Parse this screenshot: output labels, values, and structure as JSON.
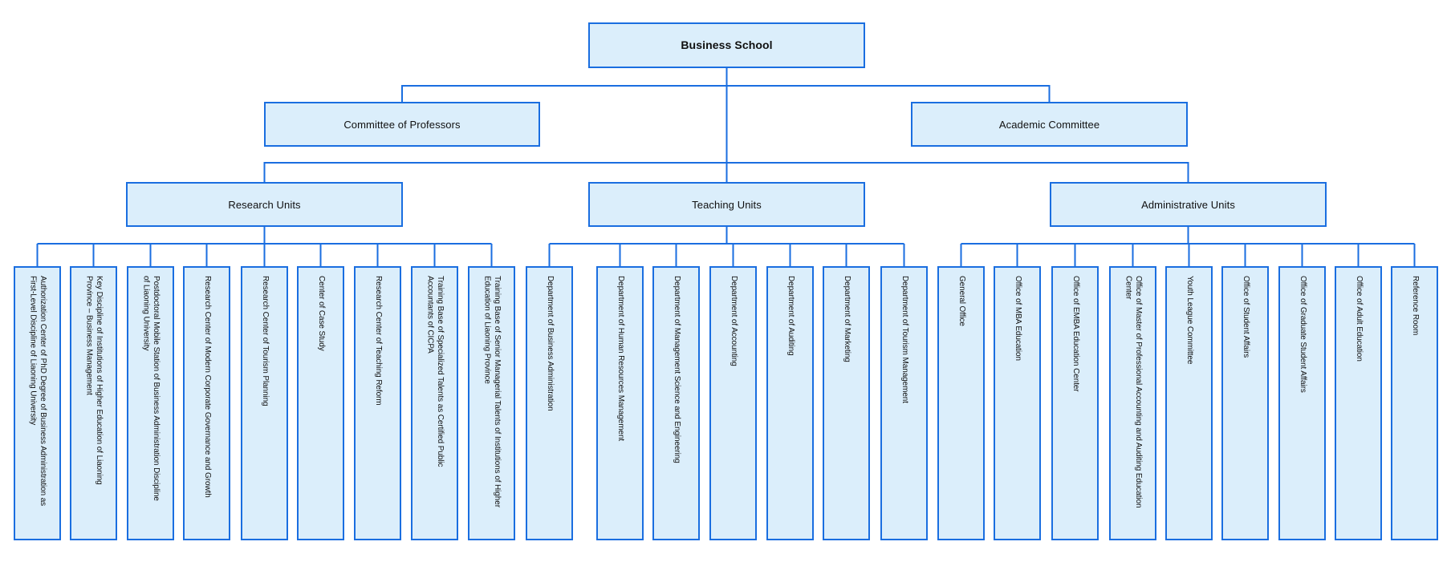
{
  "diagram_type": "organizational-chart",
  "colors": {
    "node_fill": "#dbeefb",
    "node_border": "#1a6ee0",
    "connector": "#1a6ee0",
    "text": "#101010"
  },
  "org": {
    "root": {
      "label": "Business School"
    },
    "level2": [
      {
        "label": "Committee of Professors"
      },
      {
        "label": "Academic Committee"
      }
    ],
    "units": [
      {
        "label": "Research Units",
        "children": [
          {
            "label": "Authorization Center of PhD Degree of Business Administration as\nFirst-Level Discipline of Liaoning University"
          },
          {
            "label": "Key Discipline of Institutions of Higher Education of Liaoning\nProvince – Business Management"
          },
          {
            "label": "Postdoctoral Mobile Station of Business Administration Discipline\nof Liaoning University"
          },
          {
            "label": "Research Center of Modern Corporate Governance and Growth"
          },
          {
            "label": "Research Center of Tourism Planning"
          },
          {
            "label": "Center of Case Study"
          },
          {
            "label": "Research Center of Teaching Reform"
          },
          {
            "label": "Training Base of Specialized Talents as Certified Public\nAccountants of CICPA"
          },
          {
            "label": "Training Base of Senior Managerial Talents of Institutions of Higher\nEducation of Liaoning Province"
          }
        ]
      },
      {
        "label": "Teaching Units",
        "children": [
          {
            "label": "Department of Business Administration"
          },
          {
            "label": "Department of Human Resources Management"
          },
          {
            "label": "Department of Management Science and Engineering"
          },
          {
            "label": "Department of Accounting"
          },
          {
            "label": "Department of Auditing"
          },
          {
            "label": "Department of Marketing"
          },
          {
            "label": "Department of Tourism Management"
          }
        ]
      },
      {
        "label": "Administrative Units",
        "children": [
          {
            "label": "General Office"
          },
          {
            "label": "Office of MBA Education"
          },
          {
            "label": "Office of EMBA Education Center"
          },
          {
            "label": "Office of Master of Professional Accounting and Auditing Education\nCenter"
          },
          {
            "label": "Youth League Committee"
          },
          {
            "label": "Office of Student Affairs"
          },
          {
            "label": "Office of Graduate Student Affairs"
          },
          {
            "label": "Office of Adult Education"
          },
          {
            "label": "Reference Room"
          }
        ]
      }
    ]
  }
}
